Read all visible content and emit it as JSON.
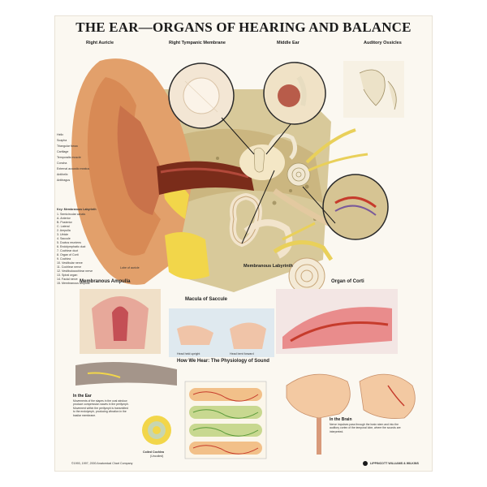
{
  "title": "THE EAR—ORGANS OF HEARING AND BALANCE",
  "top_labels": {
    "right_auricle": "Right Auricle",
    "right_tympanic_membrane": "Right Tympanic Membrane",
    "middle_ear": "Middle Ear",
    "auditory_ossicles": "Auditory Ossicles"
  },
  "left_labels": [
    "Helix",
    "Scapha",
    "Triangular fossa",
    "Cartilage",
    "Temporalis muscle",
    "Concha",
    "External acoustic meatus",
    "Antihelix",
    "Antitragus"
  ],
  "key_title": "Key: Membranous Labyrinth",
  "key_items": [
    "1. Semicircular canals",
    "   A. Anterior",
    "   B. Posterior",
    "   C. Lateral",
    "2. Ampulla",
    "3. Utricle",
    "4. Saccule",
    "5. Ductus reuniens",
    "6. Endolymphatic duct",
    "7. Cochlear duct",
    "8. Organ of Corti",
    "9. Cochlea",
    "10. Vestibular nerve",
    "11. Cochlear nerve",
    "12. Vestibulocochlear nerve",
    "13. Spiral organ",
    "14. Facial nerve",
    "15. Membranous ampulla"
  ],
  "lobe_label": "Lobe of auricle",
  "membranous_labyrinth": "Membranous Labyrinth",
  "sections": {
    "membranous_ampulla": "Membranous Ampulla",
    "macula_of_saccule": "Macula of Saccule",
    "organ_of_corti": "Organ of Corti",
    "how_we_hear": "How We Hear: The Physiology of Sound",
    "in_the_ear": "In the Ear",
    "in_the_brain": "In the Brain"
  },
  "bottom_labels": {
    "coiled_cochlea": "Coiled Cochlea",
    "uncoiled": "(Uncoiled)",
    "head_held_upright": "Head held upright",
    "head_bent_forward": "Head bent forward"
  },
  "in_the_ear_text": "Movements of the stapes in the oval window produce compression waves in the perilymph. Movement within the perilymph is transmitted to the endolymph, producing vibration in the basilar membrane.",
  "in_the_brain_text": "Nerve impulses pass through the brain stem and into the auditory cortex of the temporal lobe, where the sounds are interpreted.",
  "footer": "©1993, 1997, 2000 Anatomical Chart Company",
  "publisher": "LIPPINCOTT WILLIAMS & WILKINS",
  "colors": {
    "bone": "#d8c99a",
    "skin": "#e2a06b",
    "canal": "#7a2c1a",
    "accent_red": "#c63b2c",
    "cartilage": "#f2d64a",
    "nerve": "#e9d05a"
  }
}
